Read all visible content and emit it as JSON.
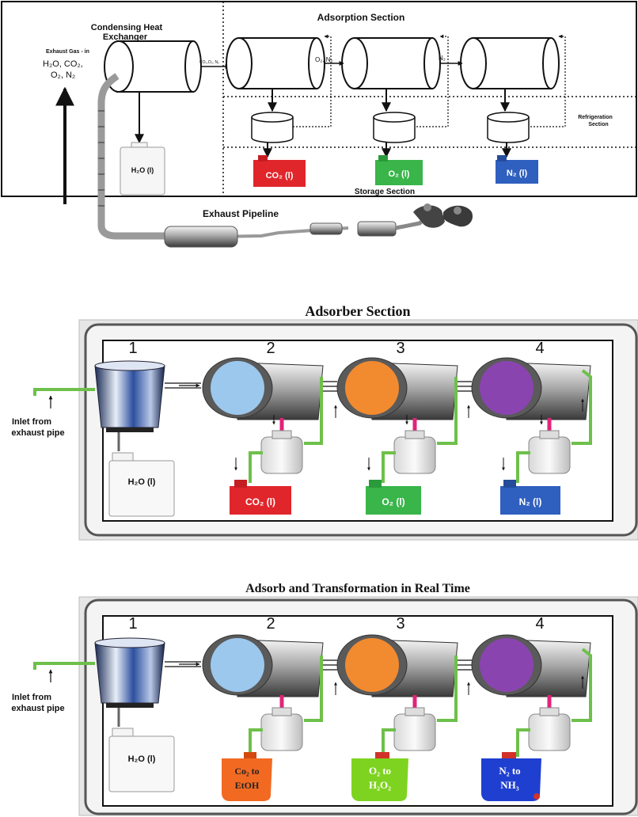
{
  "panel_top": {
    "heat_exchanger_label_1": "Condensing Heat",
    "heat_exchanger_label_2": "Exchanger",
    "exhaust_in_label": "Exhaust Gas - in",
    "gas_list_1": "H₂O, CO₂,",
    "gas_list_2": "O₂, N₂",
    "adsorption_title": "Adsorption  Section",
    "stream_label_1": "CO₂,O₂, N₂",
    "stream_label_2": "O₂, N₂",
    "stream_label_3": "N₂",
    "refrigeration_label_1": "Refrigeration",
    "refrigeration_label_2": "Section",
    "storage_title": "Storage Section",
    "pipeline_label": "Exhaust Pipeline",
    "tanks": [
      {
        "label": "H₂O (l)",
        "color": "#f2f2f2"
      },
      {
        "label": "CO₂ (l)",
        "color": "#e0262b"
      },
      {
        "label": "O₂ (l)",
        "color": "#39b54a"
      },
      {
        "label": "N₂ (l)",
        "color": "#2f5fbf"
      }
    ]
  },
  "panel_adsorber": {
    "title": "Adsorber Section",
    "inlet_label_1": "Inlet from",
    "inlet_label_2": "exhaust pipe",
    "stage_numbers": [
      "1",
      "2",
      "3",
      "4"
    ],
    "disc_colors": [
      "#9cc8ee",
      "#f28a30",
      "#8a44b0"
    ],
    "tanks": [
      {
        "label": "H₂O (l)",
        "color": "#f2f2f2"
      },
      {
        "label": "CO₂ (l)",
        "color": "#e0262b"
      },
      {
        "label": "O₂ (l)",
        "color": "#39b54a"
      },
      {
        "label": "N₂ (l)",
        "color": "#2f5fbf"
      }
    ]
  },
  "panel_transform": {
    "title": "Adsorb and Transformation in Real Time",
    "inlet_label_1": "Inlet from",
    "inlet_label_2": "exhaust pipe",
    "stage_numbers": [
      "1",
      "2",
      "3",
      "4"
    ],
    "water_tank": "H₂O (l)",
    "products": [
      {
        "line1": "Co₂ to",
        "line2": "EtOH",
        "color": "#f26a22"
      },
      {
        "line1": "O₂ to",
        "line2": "H₂O₂",
        "color": "#7ed321"
      },
      {
        "line1": "N₂ to",
        "line2": "NH₃",
        "color": "#1f3fd0"
      }
    ]
  }
}
